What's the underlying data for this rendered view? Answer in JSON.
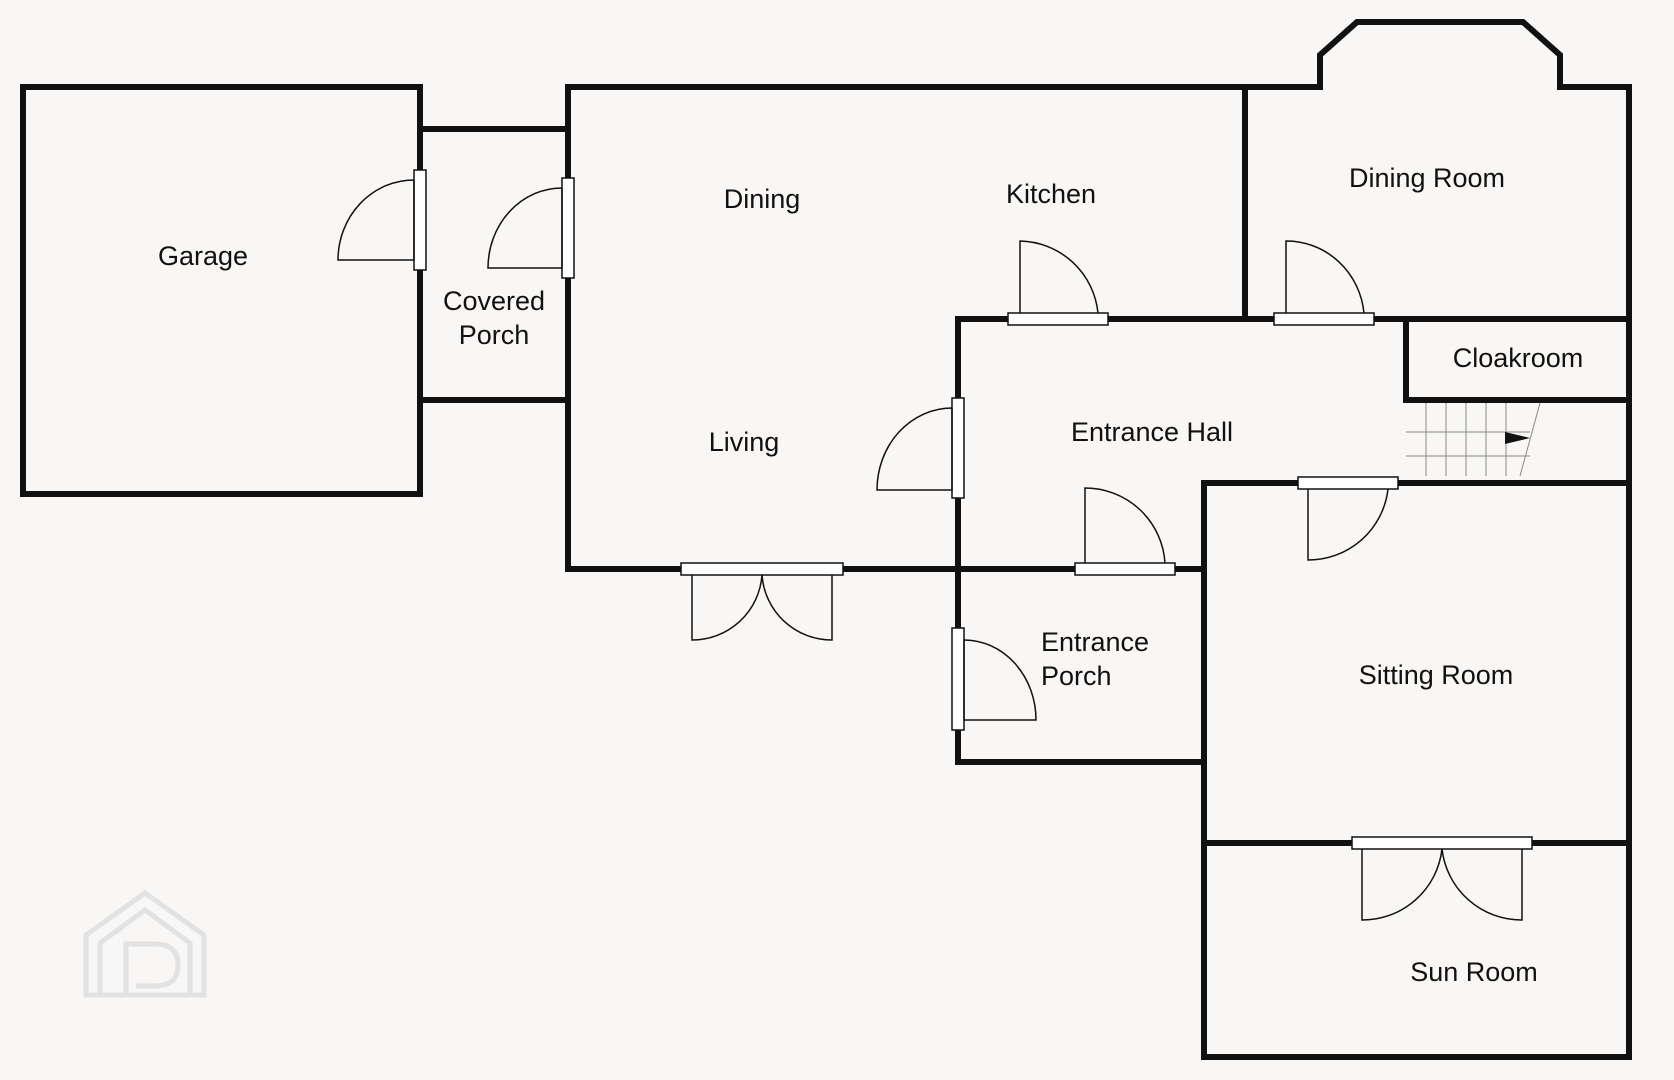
{
  "floorplan": {
    "rooms": {
      "garage": "Garage",
      "covered_porch_line1": "Covered",
      "covered_porch_line2": "Porch",
      "dining": "Dining",
      "kitchen": "Kitchen",
      "living": "Living",
      "dining_room": "Dining Room",
      "cloakroom": "Cloakroom",
      "entrance_hall": "Entrance Hall",
      "entrance_porch_line1": "Entrance",
      "entrance_porch_line2": "Porch",
      "sitting_room": "Sitting Room",
      "sun_room": "Sun Room"
    },
    "watermark_icon": "property-logo-icon",
    "colors": {
      "background": "#f8f7f5",
      "walls": "#111111",
      "watermark": "#e2e2e2"
    }
  }
}
